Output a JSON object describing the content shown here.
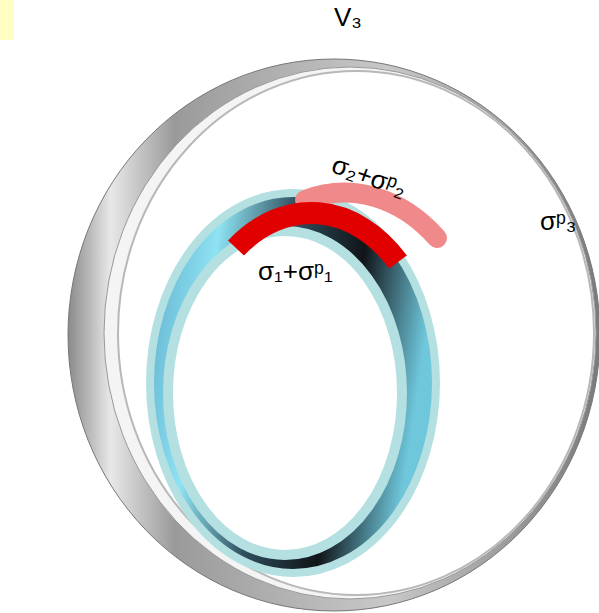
{
  "diagram": {
    "labels": [
      "V₃",
      "σᵖ₃",
      "σ₂+σᵖ₂",
      "σ₁+σᵖ₁"
    ]
  }
}
